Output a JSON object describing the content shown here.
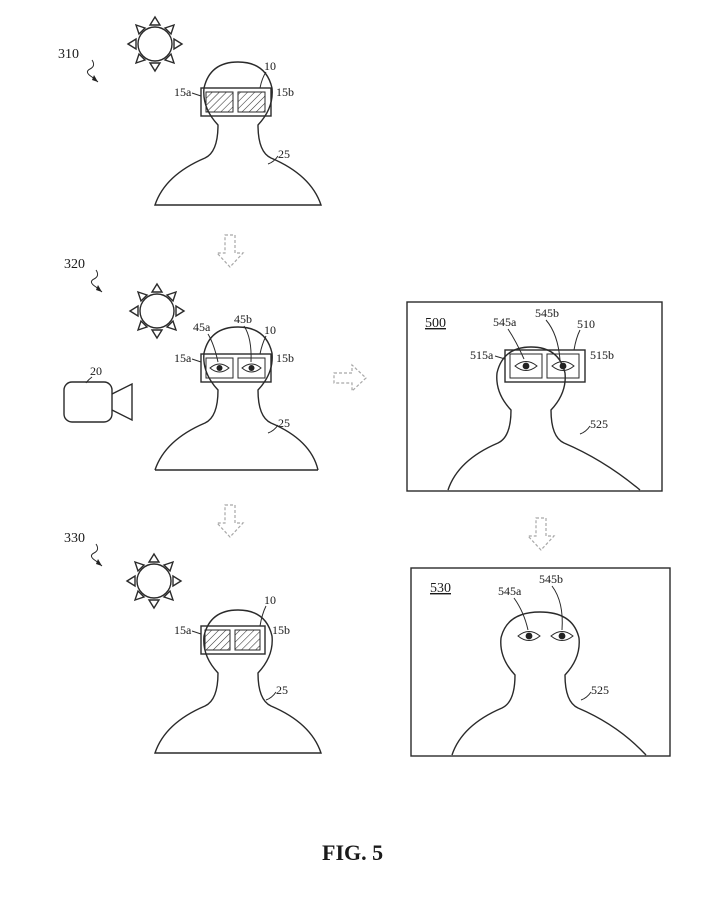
{
  "figure": {
    "caption": "FIG. 5",
    "steps": [
      {
        "id": "310",
        "glasses_left": "15a",
        "glasses_right": "15b",
        "device": "10",
        "body": "25"
      },
      {
        "id": "320",
        "glasses_left": "15a",
        "glasses_right": "15b",
        "device": "10",
        "body": "25",
        "eye_left": "45a",
        "eye_right": "45b",
        "camera": "20"
      },
      {
        "id": "330",
        "glasses_left": "15a",
        "glasses_right": "15b",
        "device": "10",
        "body": "25"
      }
    ],
    "frames": [
      {
        "id": "500",
        "glasses_left": "515a",
        "glasses_right": "515b",
        "device": "510",
        "body": "525",
        "eye_left": "545a",
        "eye_right": "545b"
      },
      {
        "id": "530",
        "body": "525",
        "eye_left": "545a",
        "eye_right": "545b"
      }
    ]
  }
}
